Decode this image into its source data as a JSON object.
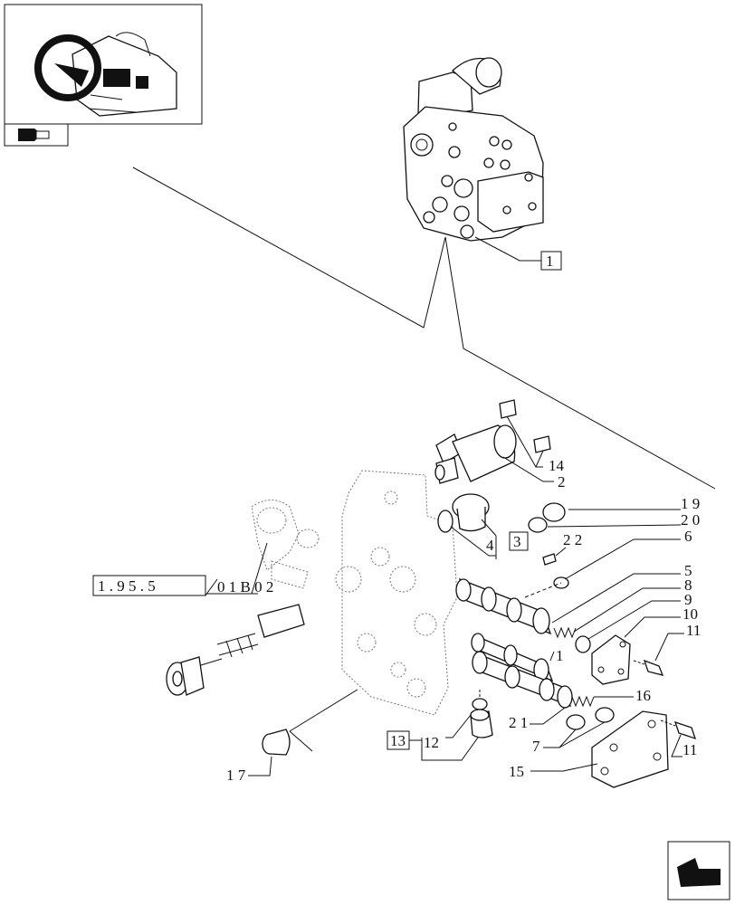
{
  "labels": {
    "ref_1": "1",
    "l2": "2",
    "l3": "3",
    "l4": "4",
    "l5": "5",
    "l6": "6",
    "l7": "7",
    "l8": "8",
    "l9": "9",
    "l10": "10",
    "l11a": "11",
    "l11b": "11",
    "l12": "12",
    "l13": "13",
    "l14": "14",
    "l15": "15",
    "l16": "16",
    "l17": "1 7",
    "l19": "1 9",
    "l20": "2 0",
    "l21": "2 1",
    "l22": "2 2",
    "l1_spool": "1",
    "ref_ext_box": "1 . 9 5 . 5",
    "ref_ext_tail": "0 1 B   0 2"
  },
  "icons": {
    "thumbnail": "tractor-steering-wheel-icon",
    "section": "section-marker-icon",
    "nav": "next-page-arrow-icon"
  }
}
